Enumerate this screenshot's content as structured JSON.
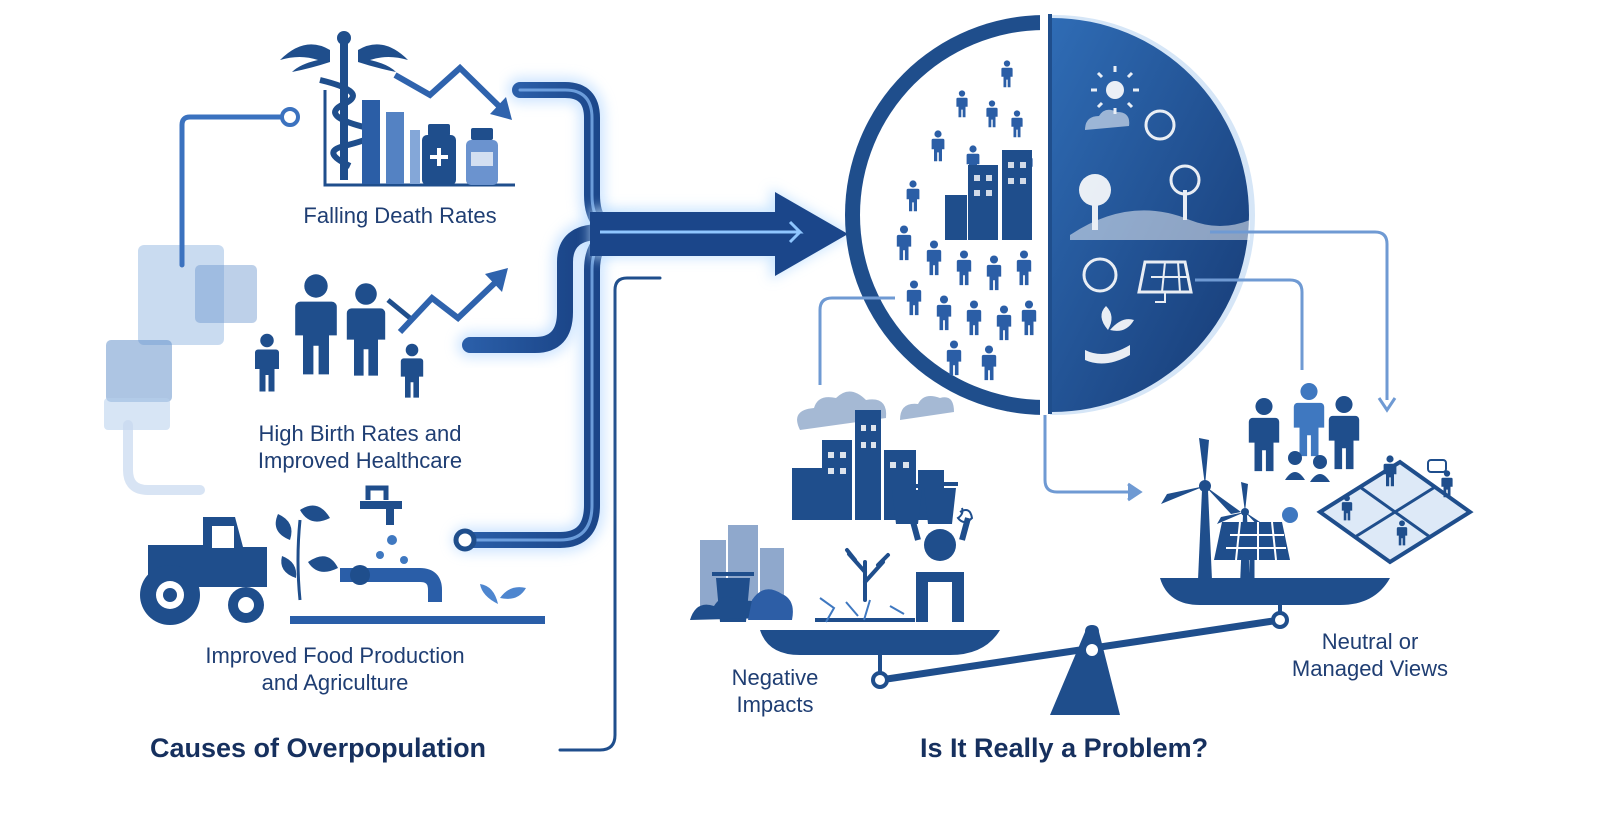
{
  "causes": {
    "title": "Causes of Overpopulation",
    "death_rates": "Falling Death Rates",
    "birth_rates_line1": "High Birth Rates and",
    "birth_rates_line2": "Improved Healthcare",
    "food_line1": "Improved Food Production",
    "food_line2": "and Agriculture"
  },
  "problem": {
    "title": "Is It Really a Problem?",
    "negative_line1": "Negative",
    "negative_line2": "Impacts",
    "neutral_line1": "Neutral or",
    "neutral_line2": "Managed Views"
  },
  "colors": {
    "dark_navy": "#16305e",
    "primary_blue": "#1f4e8c",
    "mid_blue": "#3f78c0",
    "light_blue": "#8fb3df",
    "glow": "#d9ecff"
  },
  "icons": [
    "caduceus-icon",
    "family-icon",
    "tractor-icon",
    "globe-crowd-icon",
    "city-pollution-icon",
    "wind-turbine-icon",
    "balance-scale-icon"
  ]
}
